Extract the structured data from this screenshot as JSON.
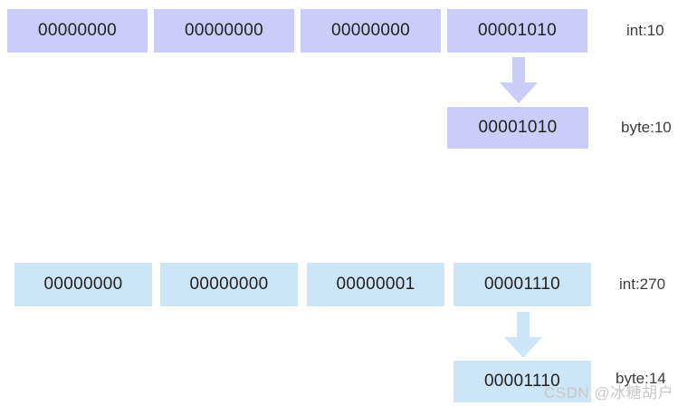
{
  "diagram": {
    "groups": [
      {
        "id": "int-10",
        "color": "#ccccf8",
        "arrow_color": "#ccccf8",
        "int_row": {
          "label": "int:10",
          "bytes": [
            "00000000",
            "00000000",
            "00000000",
            "00001010"
          ]
        },
        "byte_row": {
          "label": "byte:10",
          "value": "00001010"
        }
      },
      {
        "id": "int-270",
        "color": "#cce5f7",
        "arrow_color": "#cce5f7",
        "int_row": {
          "label": "int:270",
          "bytes": [
            "00000000",
            "00000000",
            "00000001",
            "00001110"
          ]
        },
        "byte_row": {
          "label": "byte:14",
          "value": "00001110"
        }
      }
    ],
    "watermark": "CSDN @冰糖胡户"
  }
}
